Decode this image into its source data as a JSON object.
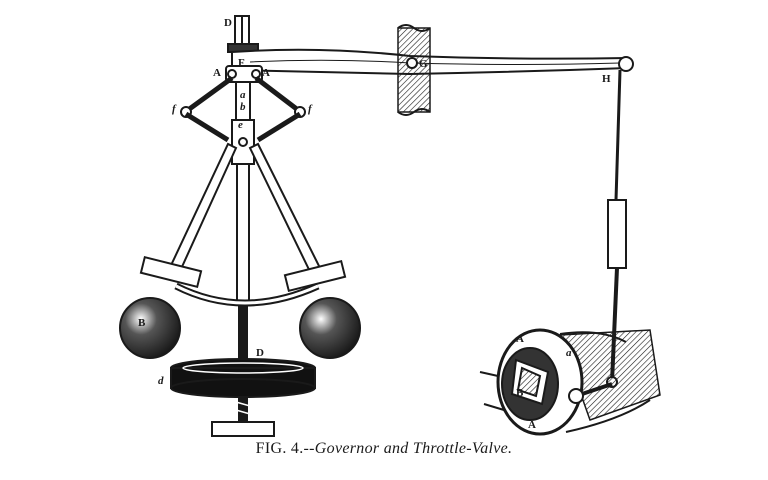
{
  "caption": {
    "fig_label": "FIG. 4.",
    "separator": "--",
    "title": "Governor and Throttle-Valve."
  },
  "labels": {
    "D_top": "D",
    "F": "F",
    "G": "G",
    "H": "H",
    "A_left": "A",
    "A_right": "A",
    "f_left": "f",
    "f_right": "f",
    "e": "e",
    "a_small": "a",
    "b_small": "b",
    "D_lower": "D",
    "d_pulley": "d",
    "a_valve": "a",
    "A_valve_top": "A",
    "A_valve_bottom": "A",
    "B_valve": "B",
    "B_ball": "B"
  },
  "colors": {
    "ink": "#1a1a1a",
    "paper": "#ffffff"
  }
}
